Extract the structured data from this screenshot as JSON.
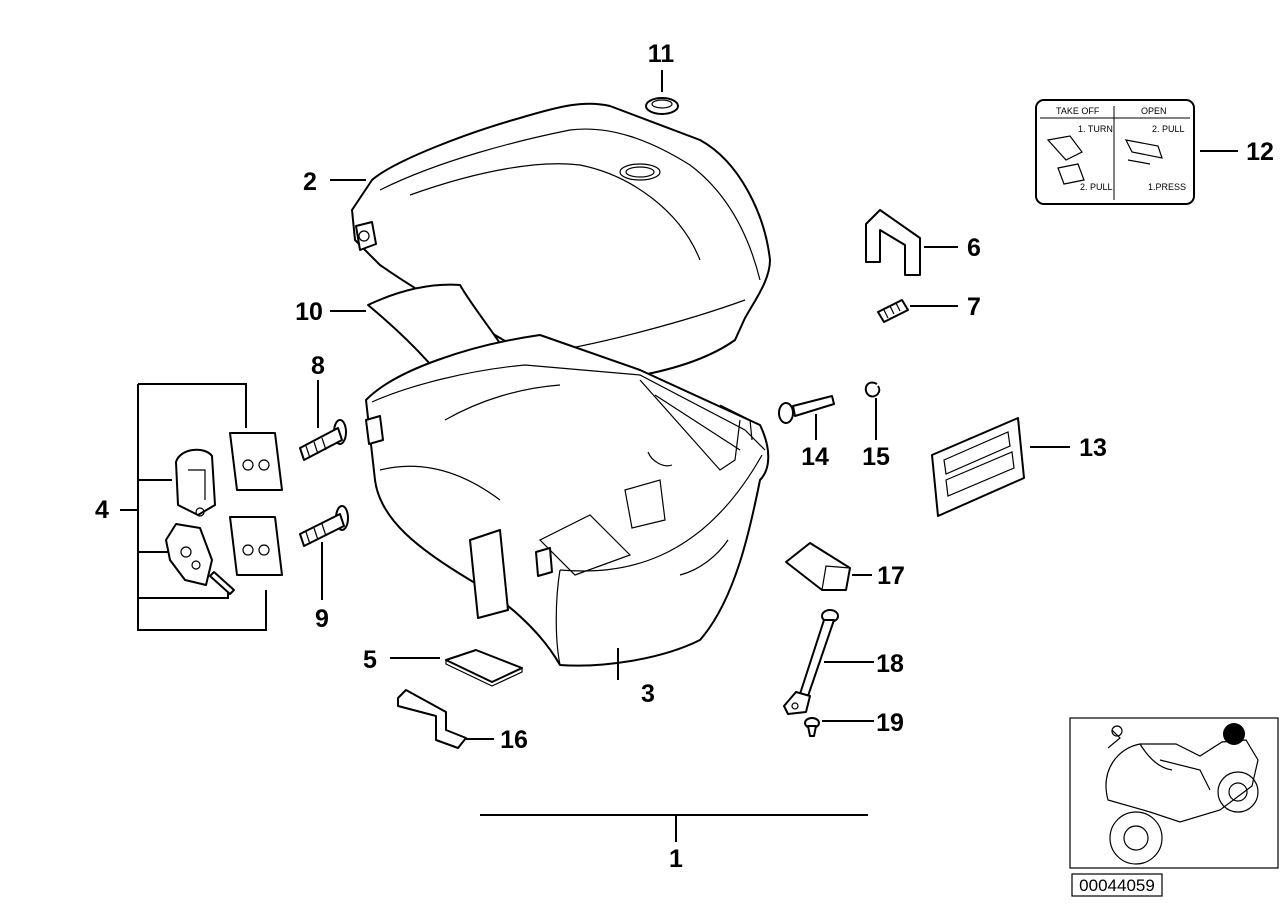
{
  "callouts": {
    "c1": "1",
    "c2": "2",
    "c3": "3",
    "c4": "4",
    "c5": "5",
    "c6": "6",
    "c7": "7",
    "c8": "8",
    "c9": "9",
    "c10": "10",
    "c11": "11",
    "c12": "12",
    "c13": "13",
    "c14": "14",
    "c15": "15",
    "c16": "16",
    "c17": "17",
    "c18": "18",
    "c19": "19"
  },
  "instruction_label": {
    "left_header": "TAKE OFF",
    "right_header": "OPEN",
    "left_step1": "1. TURN",
    "left_step2": "2. PULL",
    "right_step1": "2. PULL",
    "right_step2": "1.PRESS"
  },
  "reference_number": "00044059"
}
